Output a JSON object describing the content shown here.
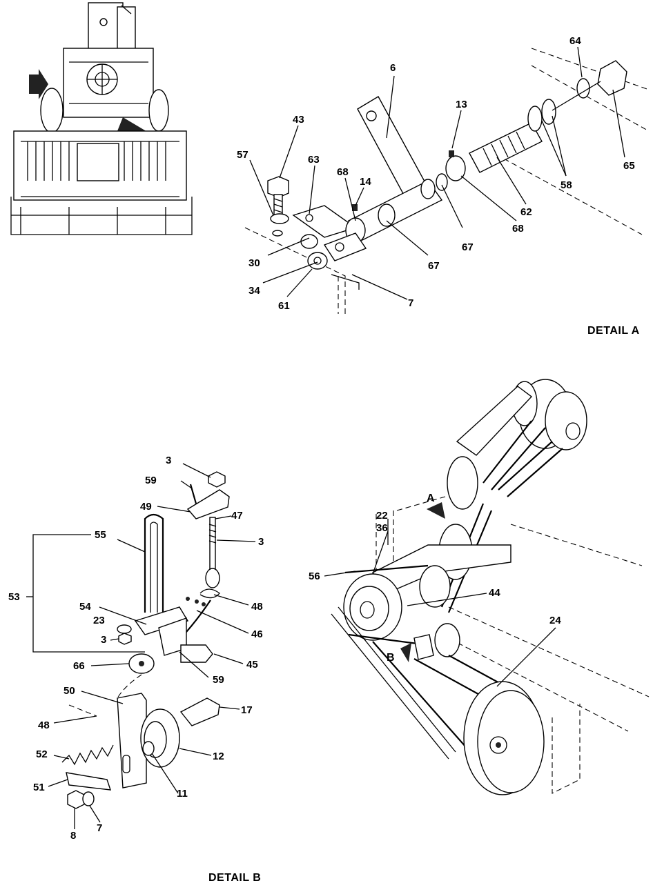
{
  "details": {
    "a_title": "DETAIL A",
    "b_title": "DETAIL B",
    "a_marker": "A",
    "b_marker": "B"
  },
  "detail_a_callouts": [
    "6",
    "13",
    "64",
    "43",
    "57",
    "63",
    "68",
    "14",
    "58",
    "65",
    "62",
    "67",
    "68",
    "67",
    "30",
    "34",
    "61",
    "7"
  ],
  "detail_b_callouts": [
    "3",
    "59",
    "49",
    "47",
    "3",
    "55",
    "53",
    "54",
    "48",
    "23",
    "3",
    "46",
    "66",
    "59",
    "45",
    "50",
    "17",
    "48",
    "52",
    "12",
    "51",
    "11",
    "8",
    "7"
  ],
  "main_view_callouts": [
    "22",
    "36",
    "56",
    "44",
    "24"
  ],
  "colors": {
    "ink": "#000000",
    "paper": "#ffffff"
  }
}
